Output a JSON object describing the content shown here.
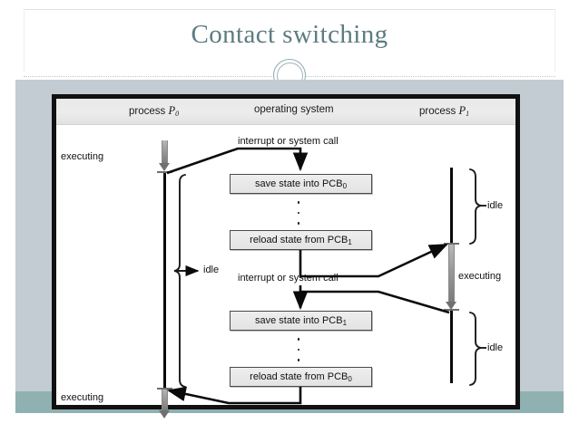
{
  "slide": {
    "title": "Contact switching",
    "decor_icon": "double-ring-circle",
    "accent_color": "#5c7c80",
    "band_light_color": "#c3ccd3",
    "band_teal_color": "#8fb1b1"
  },
  "figure": {
    "columns": [
      {
        "id": "p0",
        "label_prefix": "process",
        "label_var": "P",
        "label_sub": "0"
      },
      {
        "id": "os",
        "label_prefix": "operating system",
        "label_var": "",
        "label_sub": ""
      },
      {
        "id": "p1",
        "label_prefix": "process",
        "label_var": "P",
        "label_sub": "1"
      }
    ],
    "os_boxes": [
      {
        "id": "save0",
        "text_main": "save state into PCB",
        "text_sub": "0"
      },
      {
        "id": "reload1",
        "text_main": "reload state from PCB",
        "text_sub": "1"
      },
      {
        "id": "save1",
        "text_main": "save state into PCB",
        "text_sub": "1"
      },
      {
        "id": "reload0",
        "text_main": "reload state from PCB",
        "text_sub": "0"
      }
    ],
    "interrupt_labels": [
      {
        "id": "int-top",
        "text": "interrupt or system call"
      },
      {
        "id": "int-bottom",
        "text": "interrupt or system call"
      }
    ],
    "state_labels": [
      {
        "id": "p0-exec-top",
        "text": "executing",
        "side": "left"
      },
      {
        "id": "p0-idle",
        "text": "idle",
        "side": "left"
      },
      {
        "id": "p0-exec-bottom",
        "text": "executing",
        "side": "left"
      },
      {
        "id": "p1-idle-top",
        "text": "idle",
        "side": "right"
      },
      {
        "id": "p1-exec",
        "text": "executing",
        "side": "right"
      },
      {
        "id": "p1-idle-bottom",
        "text": "idle",
        "side": "right"
      }
    ]
  }
}
